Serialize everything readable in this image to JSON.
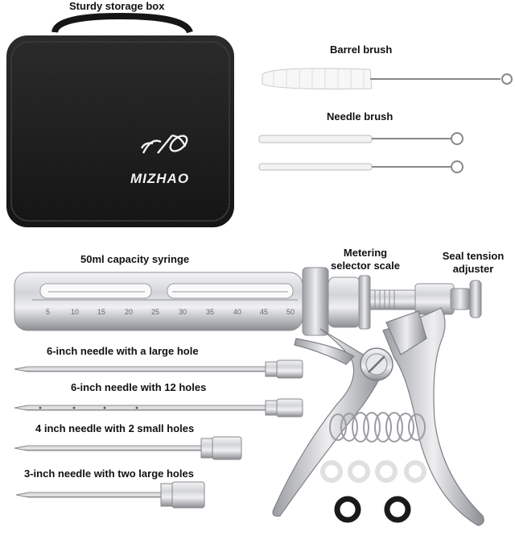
{
  "labels": {
    "storage_box": "Sturdy storage box",
    "barrel_brush": "Barrel brush",
    "needle_brush": "Needle brush",
    "syringe": "50ml capacity syringe",
    "metering_1": "Metering",
    "metering_2": "selector scale",
    "seal_1": "Seal tension",
    "seal_2": "adjuster",
    "needle_large_hole": "6-inch needle with a large hole",
    "needle_12_holes": "6-inch needle with 12 holes",
    "needle_2_small": "4 inch needle with 2 small holes",
    "needle_3_inch": "3-inch needle with two large holes"
  },
  "box": {
    "brand": "MIZHAO"
  },
  "syringe_scale": [
    "5",
    "10",
    "15",
    "20",
    "25",
    "30",
    "35",
    "40",
    "45",
    "50"
  ],
  "colors": {
    "box": "#1b1b1b",
    "steel_light": "#e8e8ea",
    "steel_mid": "#b9bbbf",
    "steel_dark": "#7d8085",
    "seal_white": "#f4f4f4",
    "seal_black": "#1a1a1a"
  }
}
